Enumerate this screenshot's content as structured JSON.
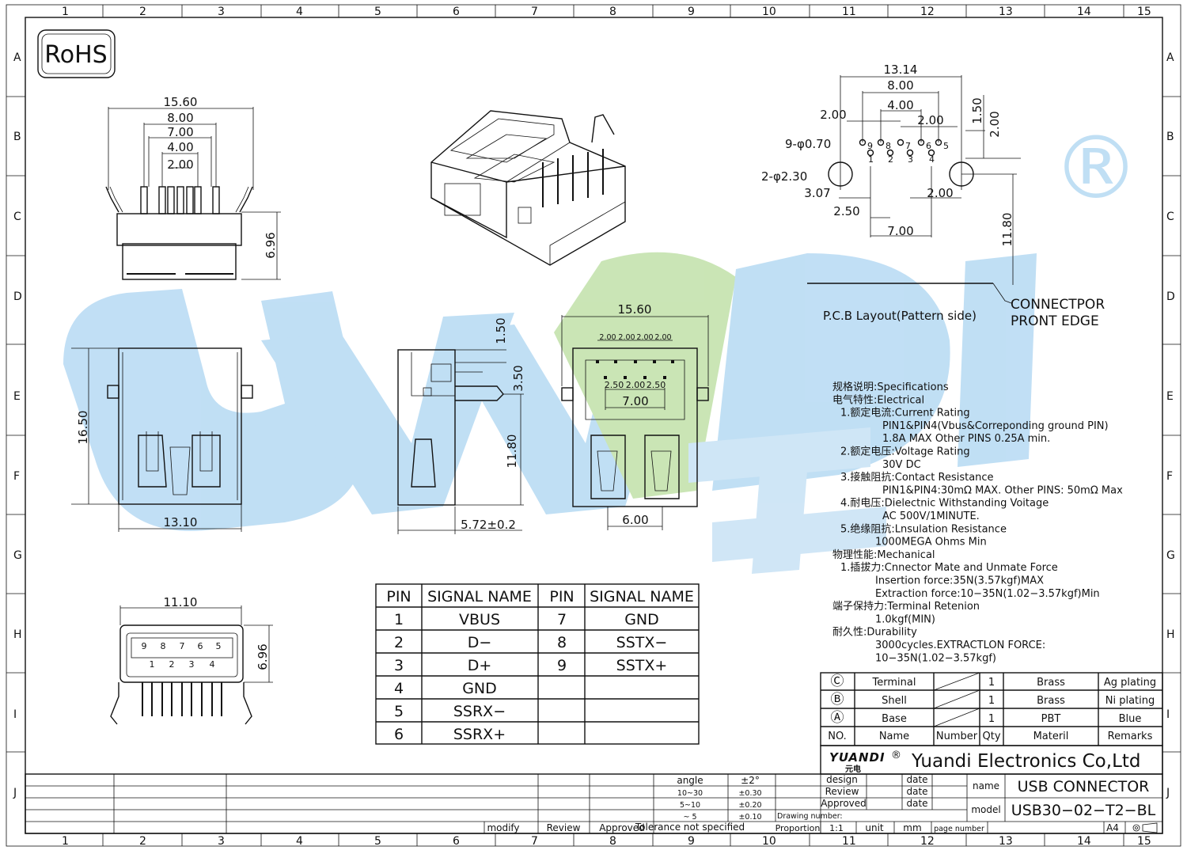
{
  "grid": {
    "columns": [
      "1",
      "2",
      "3",
      "4",
      "5",
      "6",
      "7",
      "8",
      "9",
      "10",
      "11",
      "12",
      "13",
      "14",
      "15"
    ],
    "rows": [
      "A",
      "B",
      "C",
      "D",
      "E",
      "F",
      "G",
      "H",
      "I",
      "J"
    ]
  },
  "rohs": "RoHS",
  "watermark": {
    "text": "YUANDI",
    "registered": "®",
    "colors": [
      "#4a9fdc",
      "#7cc242"
    ]
  },
  "pcb": {
    "dims": {
      "d1314": "13.14",
      "d800": "8.00",
      "d400": "4.00",
      "d200a": "2.00",
      "d200b": "2.00",
      "d150": "1.50",
      "d200c": "2.00",
      "hole_small": "9-φ0.70",
      "hole_big": "2-φ2.30",
      "d307": "3.07",
      "d250": "2.50",
      "d200d": "2.00",
      "d700": "7.00",
      "d1180": "11.80"
    },
    "pins": [
      "9",
      "8",
      "7",
      "6",
      "5",
      "1",
      "2",
      "3",
      "4"
    ],
    "title": "P.C.B  Layout(Pattern  side)",
    "edge_label_1": "CONNECTPOR",
    "edge_label_2": "PRONT  EDGE"
  },
  "front_view": {
    "d1560": "15.60",
    "d800": "8.00",
    "d700": "7.00",
    "d400": "4.00",
    "d200": "2.00",
    "d696": "6.96"
  },
  "top_view": {
    "d1650": "16.50",
    "d1310": "13.10"
  },
  "side_view": {
    "d150": "1.50",
    "d350": "3.50",
    "d1180": "11.80",
    "d572": "5.72±0.2"
  },
  "rear_view": {
    "d1560": "15.60",
    "top_pitch": [
      "2.00",
      "2.00",
      "2.00",
      "2.00"
    ],
    "mid_pitch": [
      "2.50",
      "2.00",
      "2.50"
    ],
    "d700": "7.00",
    "d600": "6.00"
  },
  "bottom_view": {
    "d1110": "11.10",
    "d696": "6.96",
    "pins_top": [
      "9",
      "8",
      "7",
      "6",
      "5"
    ],
    "pins_bottom": [
      "1",
      "2",
      "3",
      "4"
    ]
  },
  "pin_table": {
    "headers": [
      "PIN",
      "SIGNAL  NAME",
      "PIN",
      "SIGNAL  NAME"
    ],
    "rows": [
      [
        "1",
        "VBUS",
        "7",
        "GND"
      ],
      [
        "2",
        "D−",
        "8",
        "SSTX−"
      ],
      [
        "3",
        "D+",
        "9",
        "SSTX+"
      ],
      [
        "4",
        "GND",
        "",
        ""
      ],
      [
        "5",
        "SSRX−",
        "",
        ""
      ],
      [
        "6",
        "SSRX+",
        "",
        ""
      ]
    ]
  },
  "specs": [
    "规格说明:Specifications",
    "电气特性:Electrical",
    "1.额定电流:Current  Rating",
    "PIN1&PIN4(Vbus&Correponding  ground  PIN)",
    "1.8A  MAX    Other  PINS  0.25A  min.",
    "2.额定电压:Voltage  Rating",
    "30V  DC",
    "3.接触阻抗:Contact  Resistance",
    "PIN1&PIN4:30mΩ  MAX.  Other  PINS:  50mΩ  Max",
    "4.耐电压:Dielectnic  Withstanding  Voitage",
    "AC  500V/1MINUTE.",
    "5.绝缘阻抗:Lnsulation  Resistance",
    "1000MEGA  Ohms  Min",
    "物理性能:Mechanical",
    "1.插拔力:Cnnector  Mate  and  Unmate  Force",
    "Insertion  force:35N(3.57kgf)MAX",
    "Extraction  force:10−35N(1.02−3.57kgf)Min",
    "端子保持力:Terminal  Retenion",
    "1.0kgf(MIN)",
    "耐久性:Durability",
    "3000cycles.EXTRACTLON  FORCE:",
    "10−35N(1.02−3.57kgf)"
  ],
  "bom": {
    "rows": [
      [
        "Ⓒ",
        "Terminal",
        "",
        "1",
        "Brass",
        "Ag  plating"
      ],
      [
        "Ⓑ",
        "Shell",
        "",
        "1",
        "Brass",
        "Ni  plating"
      ],
      [
        "Ⓐ",
        "Base",
        "",
        "1",
        "PBT",
        "Blue"
      ]
    ],
    "header": [
      "NO.",
      "Name",
      "Number",
      "Qty",
      "Materil",
      "Remarks"
    ]
  },
  "title_block": {
    "logo": "YUANDI",
    "logo_reg": "®",
    "logo_cn": "元电",
    "company": "Yuandi Electronics Co,Ltd",
    "tolerance": [
      [
        "angle",
        "±2°"
      ],
      [
        "10~30",
        "±0.30"
      ],
      [
        "5~10",
        "±0.20"
      ],
      [
        "~ 5",
        "±0.10"
      ]
    ],
    "tolerance_label": "Tolerance  not  specified",
    "signoff": [
      "modify",
      "Review",
      "Approved"
    ],
    "design": "design",
    "review": "Review",
    "approved": "Approved",
    "date": "date",
    "drawing_number": "Drawing  number:",
    "proportion": "Proportion",
    "scale": "1:1",
    "unit": "unit",
    "mm": "mm",
    "page_number": "page  number",
    "name_label": "name",
    "name_value": "USB  CONNECTOR",
    "model_label": "model",
    "model_value": "USB30−02−T2−BL",
    "size": "A4"
  }
}
